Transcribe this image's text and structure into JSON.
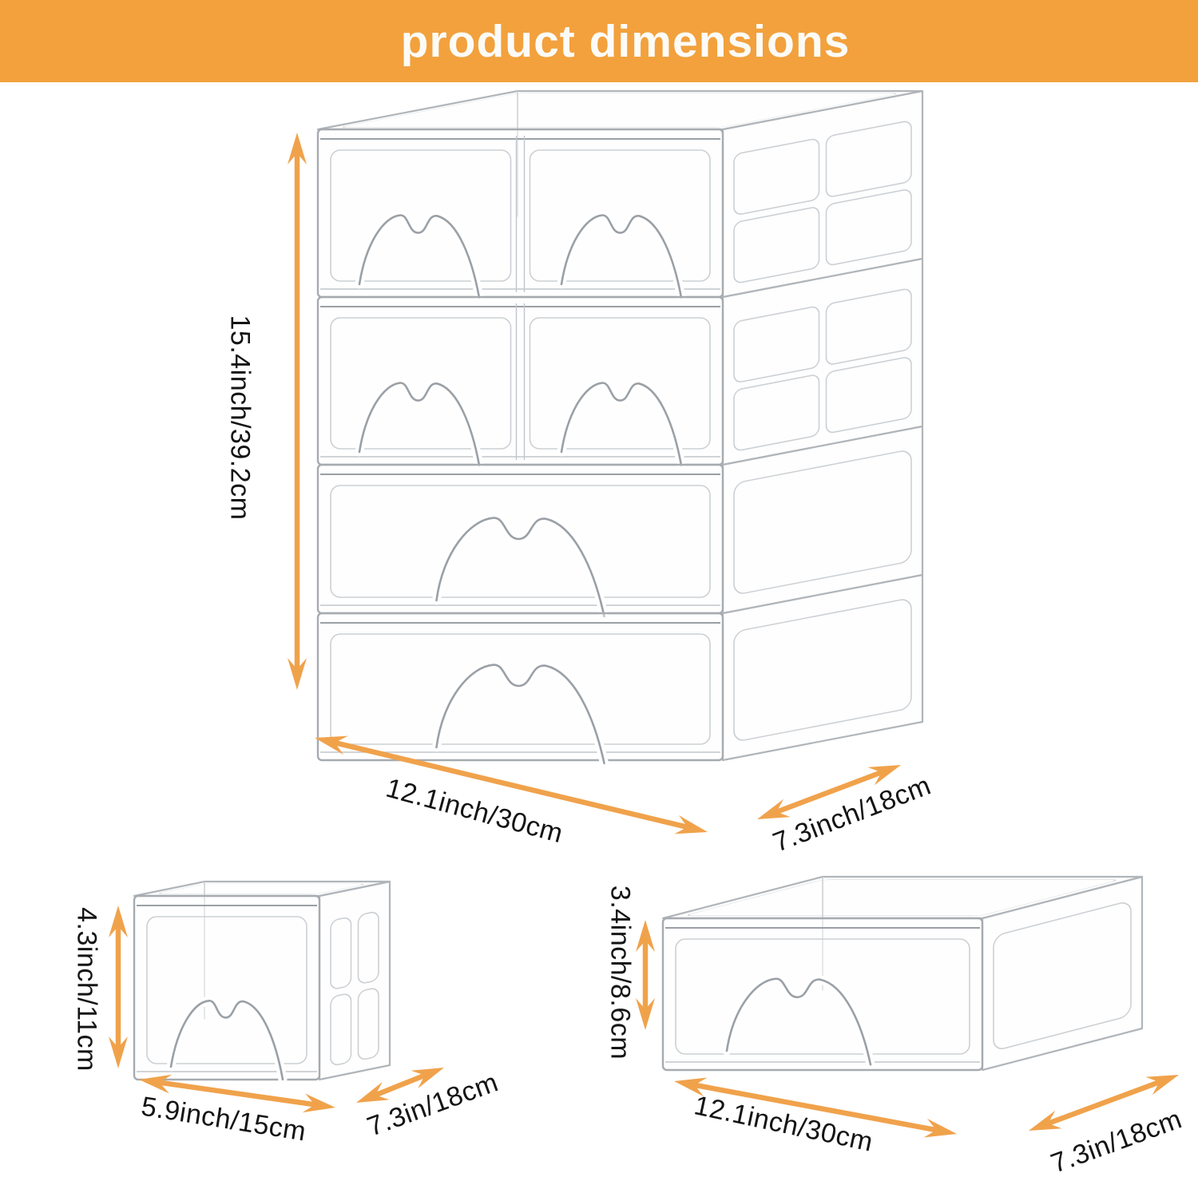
{
  "header": {
    "title": "product dimensions"
  },
  "colors": {
    "banner_bg": "#F2A13D",
    "banner_text": "#FCFBF7",
    "arrow": "#F0A24B",
    "label_text": "#141414"
  },
  "main_stack": {
    "height_label": "15.4inch/39.2cm",
    "width_label": "12.1inch/30cm",
    "depth_label": "7.3inch/18cm"
  },
  "small_box": {
    "height_label": "4.3inch/11cm",
    "width_label": "5.9inch/15cm",
    "depth_label": "7.3in/18cm"
  },
  "wide_drawer": {
    "height_label": "3.4inch/8.6cm",
    "width_label": "12.1inch/30cm",
    "depth_label": "7.3in/18cm"
  }
}
